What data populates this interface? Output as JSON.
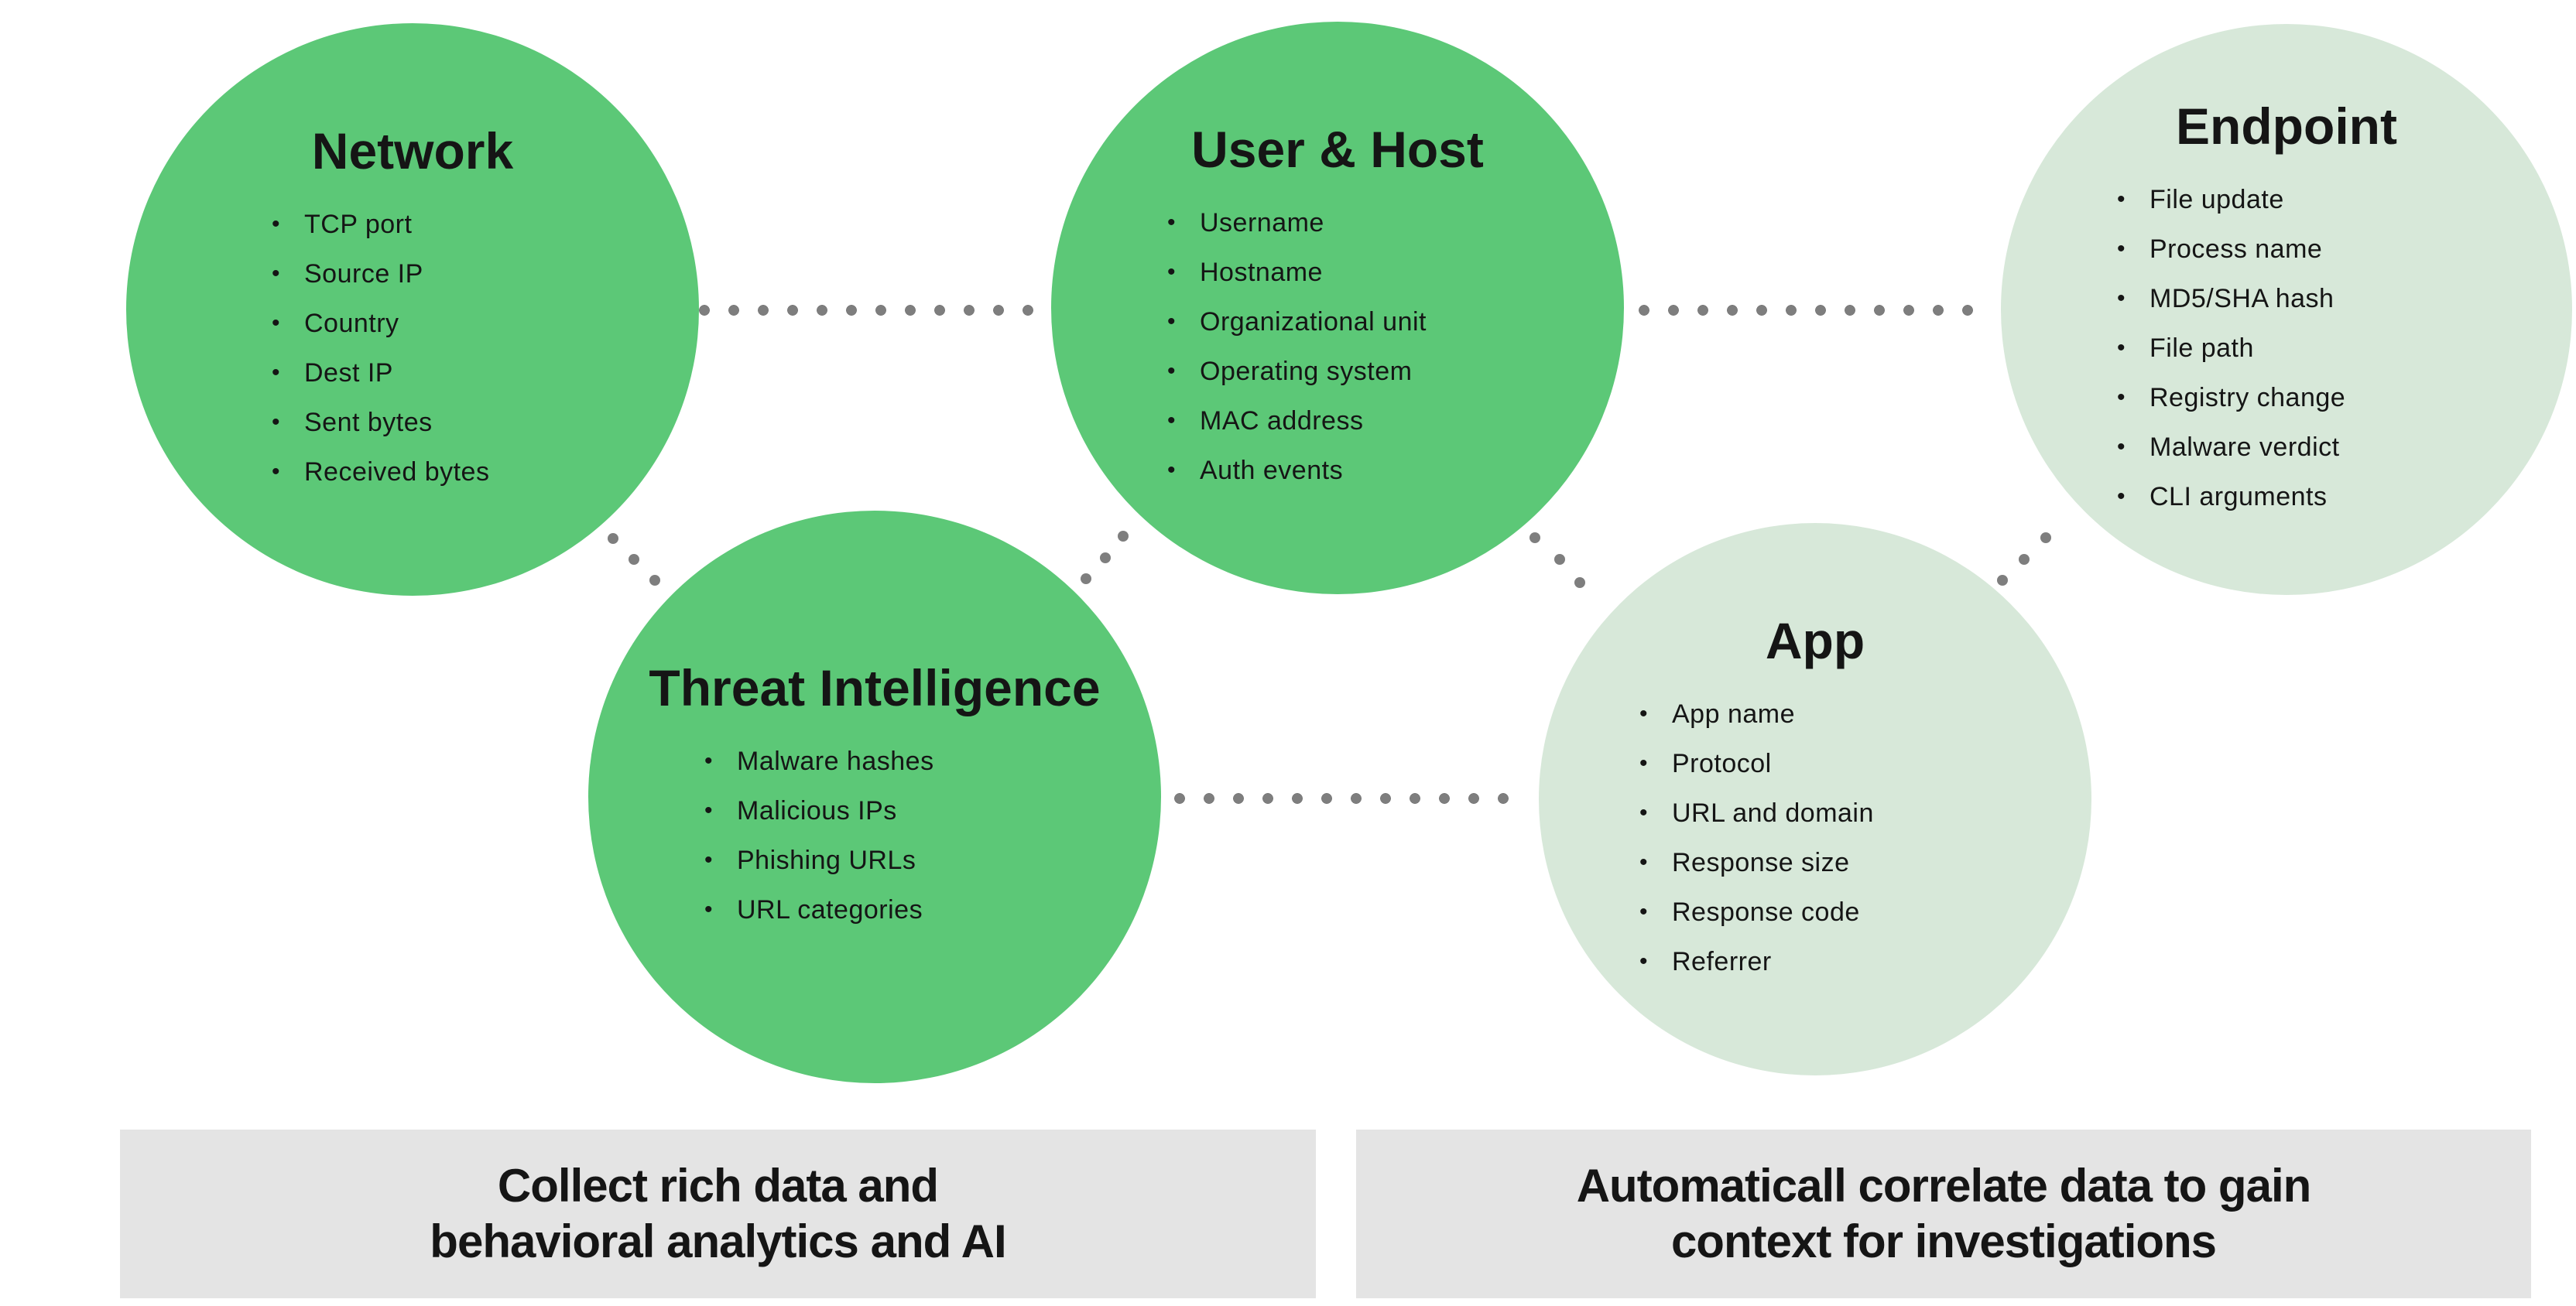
{
  "diagram": {
    "title": "Data sources correlation venn diagram",
    "circles": [
      {
        "id": "network",
        "title": "Network",
        "items": [
          "TCP port",
          "Source IP",
          "Country",
          "Dest IP",
          "Sent bytes",
          "Received bytes"
        ],
        "fill": "#5cc877"
      },
      {
        "id": "user-host",
        "title": "User & Host",
        "items": [
          "Username",
          "Hostname",
          "Organizational unit",
          "Operating system",
          "MAC address",
          "Auth events"
        ],
        "fill": "#5cc877"
      },
      {
        "id": "endpoint",
        "title": "Endpoint",
        "items": [
          "File update",
          "Process name",
          "MD5/SHA hash",
          "File path",
          "Registry change",
          "Malware verdict",
          "CLI arguments"
        ],
        "fill": "#d7e8d9"
      },
      {
        "id": "threat-intelligence",
        "title": "Threat Intelligence",
        "items": [
          "Malware hashes",
          "Malicious IPs",
          "Phishing URLs",
          "URL categories"
        ],
        "fill": "#5cc877"
      },
      {
        "id": "app",
        "title": "App",
        "items": [
          "App name",
          "Protocol",
          "URL and domain",
          "Response size",
          "Response code",
          "Referrer"
        ],
        "fill": "#d7e8d9"
      }
    ],
    "callouts": {
      "collect": {
        "line1": "Collect rich data and",
        "line2": "behavioral analytics and AI"
      },
      "correlate": {
        "line1": "Automaticall correlate data to gain",
        "line2": "context for investigations"
      }
    },
    "colors": {
      "circle_green": "#5cc877",
      "circle_light_green": "#d7e8d9",
      "connector_dot_gray": "#7e7e7e",
      "callout_gray": "#e4e4e4",
      "text_black": "#151515"
    }
  }
}
